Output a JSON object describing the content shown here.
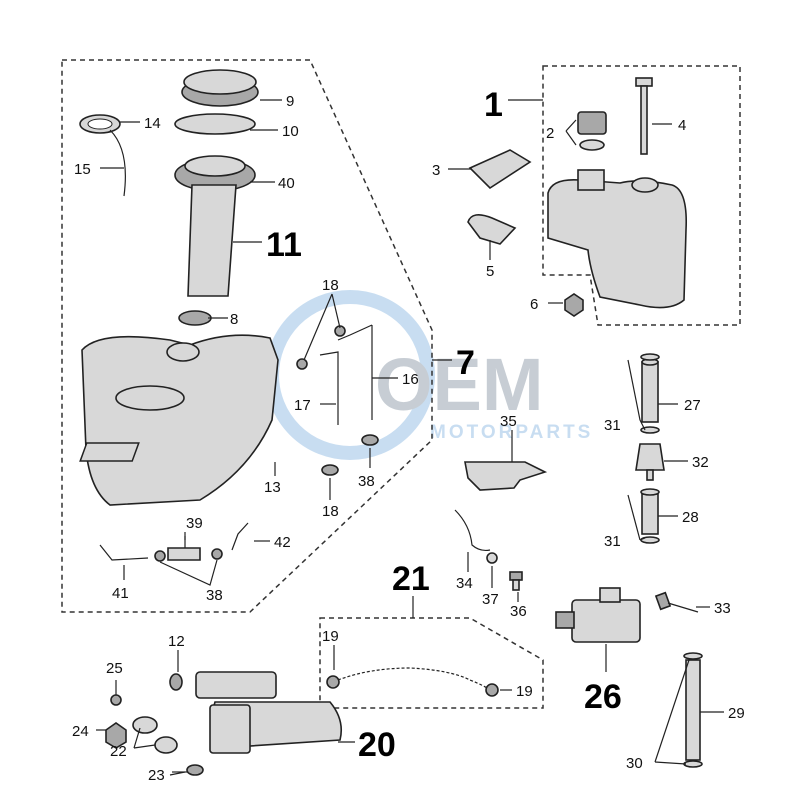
{
  "watermark": {
    "brand": "OEM",
    "sub": "MOTORPARTS",
    "color": "#9cc3e6"
  },
  "callouts": {
    "n1": "1",
    "n2": "2",
    "n3": "3",
    "n4": "4",
    "n5": "5",
    "n6": "6",
    "n7": "7",
    "n8": "8",
    "n9": "9",
    "n10": "10",
    "n11": "11",
    "n12": "12",
    "n13": "13",
    "n14": "14",
    "n15": "15",
    "n16": "16",
    "n17": "17",
    "n18a": "18",
    "n18b": "18",
    "n19a": "19",
    "n19b": "19",
    "n20": "20",
    "n21": "21",
    "n22": "22",
    "n23": "23",
    "n24": "24",
    "n25": "25",
    "n26": "26",
    "n27": "27",
    "n28": "28",
    "n29": "29",
    "n30": "30",
    "n31a": "31",
    "n31b": "31",
    "n32": "32",
    "n33": "33",
    "n34": "34",
    "n35": "35",
    "n36": "36",
    "n37": "37",
    "n38a": "38",
    "n38b": "38",
    "n39": "39",
    "n40": "40",
    "n41": "41",
    "n42": "42"
  }
}
